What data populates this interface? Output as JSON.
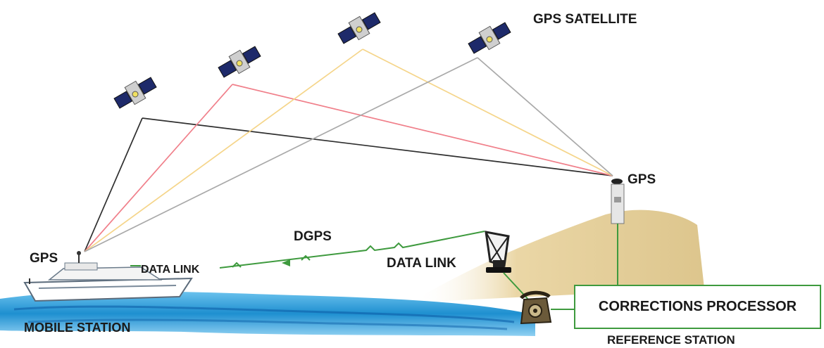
{
  "labels": {
    "gps_satellite": "GPS SATELLITE",
    "gps_reference": "GPS",
    "gps_mobile": "GPS",
    "dgps": "DGPS",
    "data_link_ship": "DATA LINK",
    "data_link_antenna": "DATA LINK",
    "corrections_processor": "CORRECTIONS PROCESSOR",
    "mobile_station": "MOBILE STATION",
    "reference_station": "REFERENCE STATION"
  },
  "colors": {
    "line_black": "#2f2f2f",
    "line_red": "#f07f8a",
    "line_yellow": "#f5d58a",
    "line_gray": "#a9a9a9",
    "data_link_green": "#3e9a3e",
    "sea_blue": "#1e8fd0",
    "sand": "#e8d29c"
  },
  "icons": [
    "satellite-icon",
    "ship-icon",
    "antenna-icon",
    "telephone-icon",
    "gps-receiver-icon"
  ]
}
